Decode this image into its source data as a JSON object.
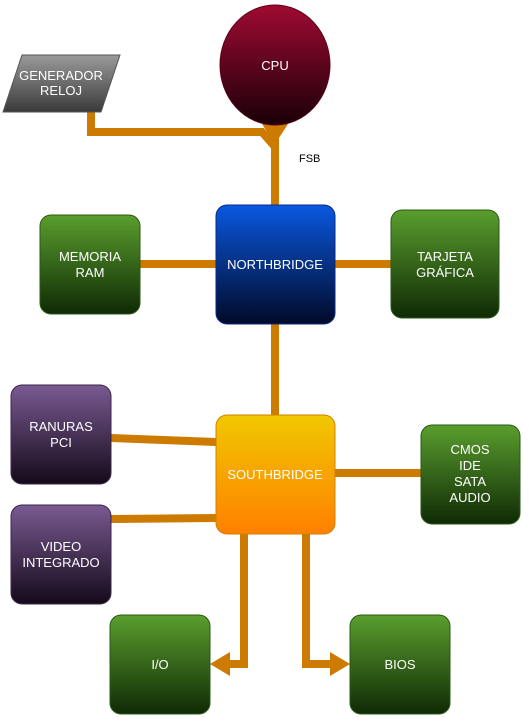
{
  "nodes": {
    "cpu": {
      "label": "CPU"
    },
    "generador_reloj": {
      "lines": [
        "GENERADOR",
        "RELOJ"
      ]
    },
    "northbridge": {
      "label": "NORTHBRIDGE"
    },
    "memoria_ram": {
      "lines": [
        "MEMORIA",
        "RAM"
      ]
    },
    "tarjeta_grafica": {
      "lines": [
        "TARJETA",
        "GRÁFICA"
      ]
    },
    "southbridge": {
      "label": "SOUTHBRIDGE"
    },
    "ranuras_pci": {
      "lines": [
        "RANURAS",
        "PCI"
      ]
    },
    "video_integrado": {
      "lines": [
        "VIDEO",
        "INTEGRADO"
      ]
    },
    "cmos": {
      "lines": [
        "CMOS",
        "IDE",
        "SATA",
        "AUDIO"
      ]
    },
    "io": {
      "label": "I/O"
    },
    "bios": {
      "label": "BIOS"
    }
  },
  "edges": {
    "fsb_label": "FSB"
  },
  "colors": {
    "connector": "#CC7A00",
    "green_top": "#5a9e2e",
    "green_bottom": "#0f2a05",
    "purple_top": "#7a5a92",
    "purple_bottom": "#140a1a",
    "blue_top": "#0a58e0",
    "blue_bottom": "#010a28",
    "red_top": "#a00a32",
    "red_bottom": "#1a0008",
    "gray_top": "#9a9a9a",
    "gray_bottom": "#3a3a3a",
    "orange_top": "#f0c800",
    "orange_bottom": "#ff8000"
  }
}
